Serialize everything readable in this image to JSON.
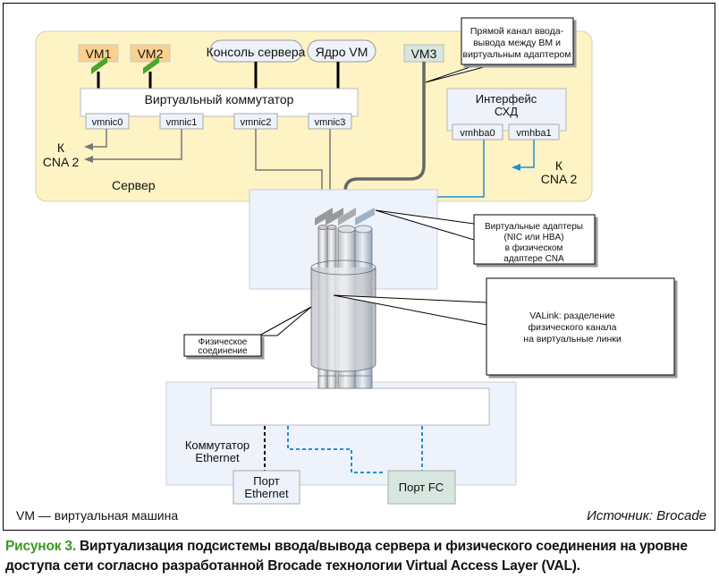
{
  "server": {
    "label": "Сервер",
    "vms": [
      "VM1",
      "VM2"
    ],
    "console_label": "Консоль сервера",
    "kernel_label": "Ядро VM",
    "vm3_label": "VM3",
    "vswitch_label": "Виртуальный коммутатор",
    "vmnics": [
      "vmnic0",
      "vmnic1",
      "vmnic2",
      "vmnic3"
    ],
    "to_cna_line1": "К",
    "to_cna_line2": "CNA 2",
    "storage_iface_line1": "Интерфейс",
    "storage_iface_line2": "СХД",
    "vmhbas": [
      "vmhba0",
      "vmhba1"
    ]
  },
  "callouts": {
    "direct_io": [
      "Прямой канал ввода-",
      "вывода между ВМ и",
      "виртуальным адаптером"
    ],
    "virtual_adapters": [
      "Виртуальные адаптеры",
      "(NIC или HBA)",
      "в физическом",
      "адаптере CNA"
    ],
    "valink": [
      "VALink: разделение",
      "физического канала",
      "на виртуальные линки"
    ],
    "physical_link": [
      "Физическое",
      "соединение"
    ]
  },
  "switch": {
    "label_line1": "Коммутатор",
    "label_line2": "Ethernet",
    "eth_port_line1": "Порт",
    "eth_port_line2": "Ethernet",
    "fc_port": "Порт FC"
  },
  "footer": {
    "legend": "VM — виртуальная машина",
    "source": "Источник: Brocade"
  },
  "caption": {
    "lead": "Рисунок 3.",
    "text": " Виртуализация подсистемы ввода/вывода сервера и физического соединения на уровне доступа сети согласно разработанной Brocade технологии Virtual Access Layer (VAL)."
  },
  "colors": {
    "server_bg": "#fdf3c4",
    "panel_bg": "#eef2fb",
    "vm_orange": "#f9d08e",
    "vm3_green": "#d7e6de",
    "nic_green": "#4aa52a",
    "fc_blue": "#1f8fd6",
    "caption_green": "#3a9a1e"
  }
}
